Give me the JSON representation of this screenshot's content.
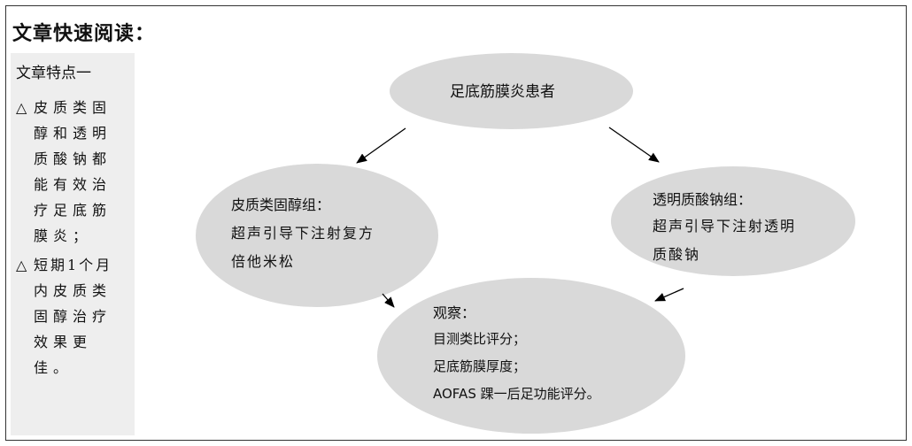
{
  "title": "文章快速阅读：",
  "sidebar": {
    "heading": "文章特点一",
    "features": [
      {
        "marker": "△",
        "lines": [
          "皮质类固",
          "醇和透明",
          "质酸钠都",
          "能有效治",
          "疗足底筋",
          "膜炎；"
        ]
      },
      {
        "marker": "△",
        "lines": [
          "短期1个月",
          "内皮质类",
          "固醇治疗",
          "效果更佳。"
        ]
      }
    ]
  },
  "diagram": {
    "top": {
      "label": "足底筋膜炎患者"
    },
    "left": {
      "title": "皮质类固醇组：",
      "body": [
        "超声引导下注射复方",
        "倍他米松"
      ]
    },
    "right": {
      "title": "透明质酸钠组：",
      "body": [
        "超声引导下注射透明",
        "质酸钠"
      ]
    },
    "bottom": {
      "title": "观察：",
      "lines": [
        "目测类比评分；",
        "足底筋膜厚度；",
        "AOFAS 踝一后足功能评分。"
      ]
    }
  }
}
